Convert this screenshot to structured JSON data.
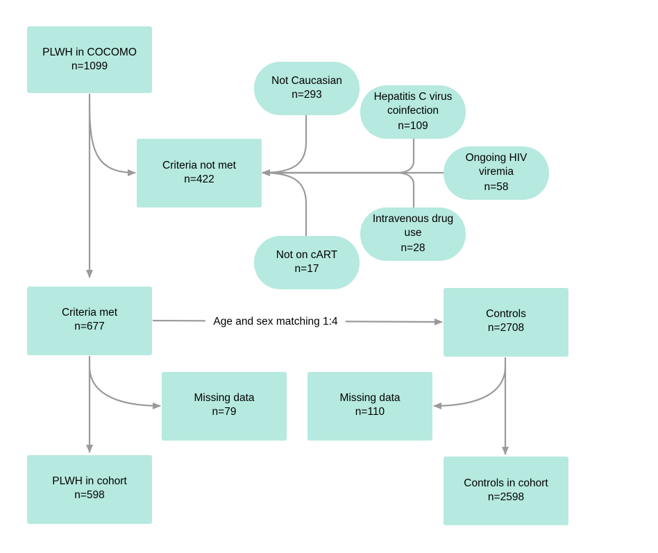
{
  "diagram": {
    "nodes": {
      "plwh_cocomo": {
        "line1": "PLWH in COCOMO",
        "line2": "n=1099"
      },
      "criteria_not_met": {
        "line1": "Criteria not met",
        "line2": "n=422"
      },
      "not_caucasian": {
        "line1": "Not Caucasian",
        "line2": "n=293"
      },
      "hcv": {
        "line1": "Hepatitis C virus",
        "line2": "coinfection",
        "line3": "n=109"
      },
      "hiv_viremia": {
        "line1": "Ongoing HIV",
        "line2": "viremia",
        "line3": "n=58"
      },
      "ivdu": {
        "line1": "Intravenous drug",
        "line2": "use",
        "line3": "n=28"
      },
      "not_cart": {
        "line1": "Not on cART",
        "line2": "n=17"
      },
      "criteria_met": {
        "line1": "Criteria met",
        "line2": "n=677"
      },
      "controls": {
        "line1": "Controls",
        "line2": "n=2708"
      },
      "missing_plwh": {
        "line1": "Missing data",
        "line2": "n=79"
      },
      "missing_controls": {
        "line1": "Missing data",
        "line2": "n=110"
      },
      "plwh_cohort": {
        "line1": "PLWH in cohort",
        "line2": "n=598"
      },
      "controls_cohort": {
        "line1": "Controls in cohort",
        "line2": "n=2598"
      }
    },
    "edges": {
      "matching_label": "Age and sex matching 1:4"
    },
    "colors": {
      "node_fill": "#b6e9df",
      "edge": "#9a9a9a",
      "text": "#000000"
    }
  }
}
